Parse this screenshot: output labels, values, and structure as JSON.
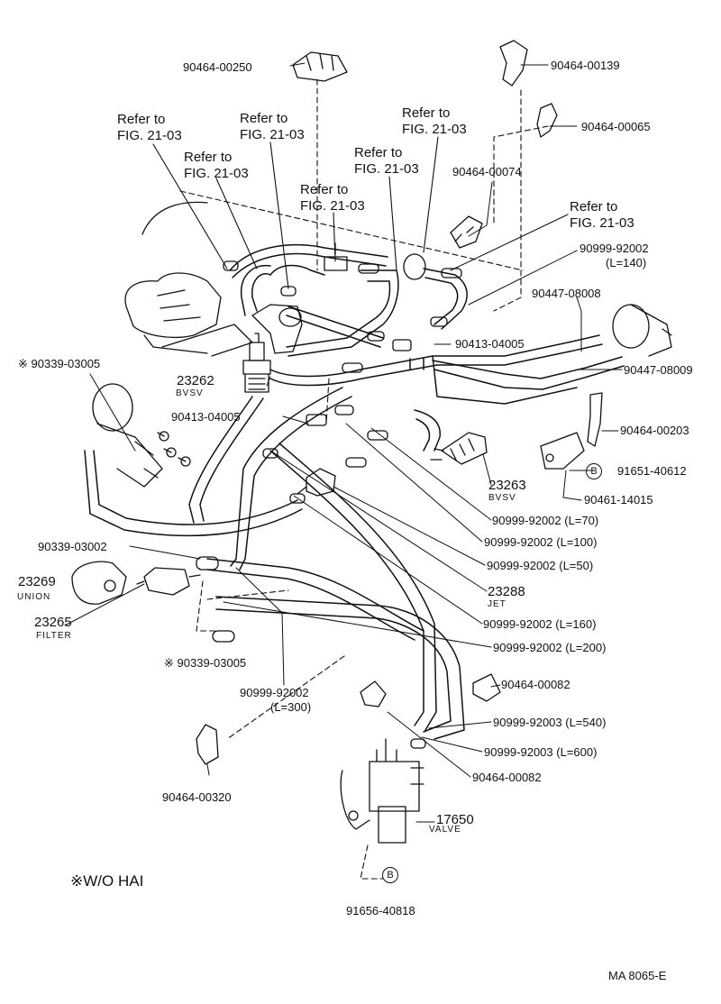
{
  "refs": [
    "Refer to",
    "FIG. 21-03"
  ],
  "parts": {
    "p_00250": "90464-00250",
    "p_00139": "90464-00139",
    "p_00065": "90464-00065",
    "p_00074": "90464-00074",
    "p_92002_140": "90999-92002",
    "p_92002_140_len": "(L=140)",
    "p_08008": "90447-08008",
    "p_04005_a": "90413-04005",
    "p_08009": "90447-08009",
    "p_90339_03005_a": "90339-03005",
    "p_23262": "23262",
    "p_23262_name": "BVSV",
    "p_04005_b": "90413-04005",
    "p_00203": "90464-00203",
    "p_40612": "91651-40612",
    "p_14015": "90461-14015",
    "p_23263": "23263",
    "p_23263_name": "BVSV",
    "p_l70": "90999-92002 (L=70)",
    "p_l100": "90999-92002 (L=100)",
    "p_l50": "90999-92002 (L=50)",
    "p_03002": "90339-03002",
    "p_23269": "23269",
    "p_23269_name": "UNION",
    "p_23288": "23288",
    "p_23288_name": "JET",
    "p_23265": "23265",
    "p_23265_name": "FILTER",
    "p_l160": "90999-92002 (L=160)",
    "p_l200": "90999-92002 (L=200)",
    "p_90339_03005_b": "90339-03005",
    "p_00082_a": "90464-00082",
    "p_l300": "90999-92002",
    "p_l300_len": "(L=300)",
    "p_l540": "90999-92003 (L=540)",
    "p_l600": "90999-92003 (L=600)",
    "p_00082_b": "90464-00082",
    "p_00320": "90464-00320",
    "p_17650": "17650",
    "p_17650_name": "VALVE",
    "p_40818": "91656-40818"
  },
  "mark": "※",
  "b_marker": "B",
  "legend": "※W/O HAI",
  "code": "MA  8065-E"
}
